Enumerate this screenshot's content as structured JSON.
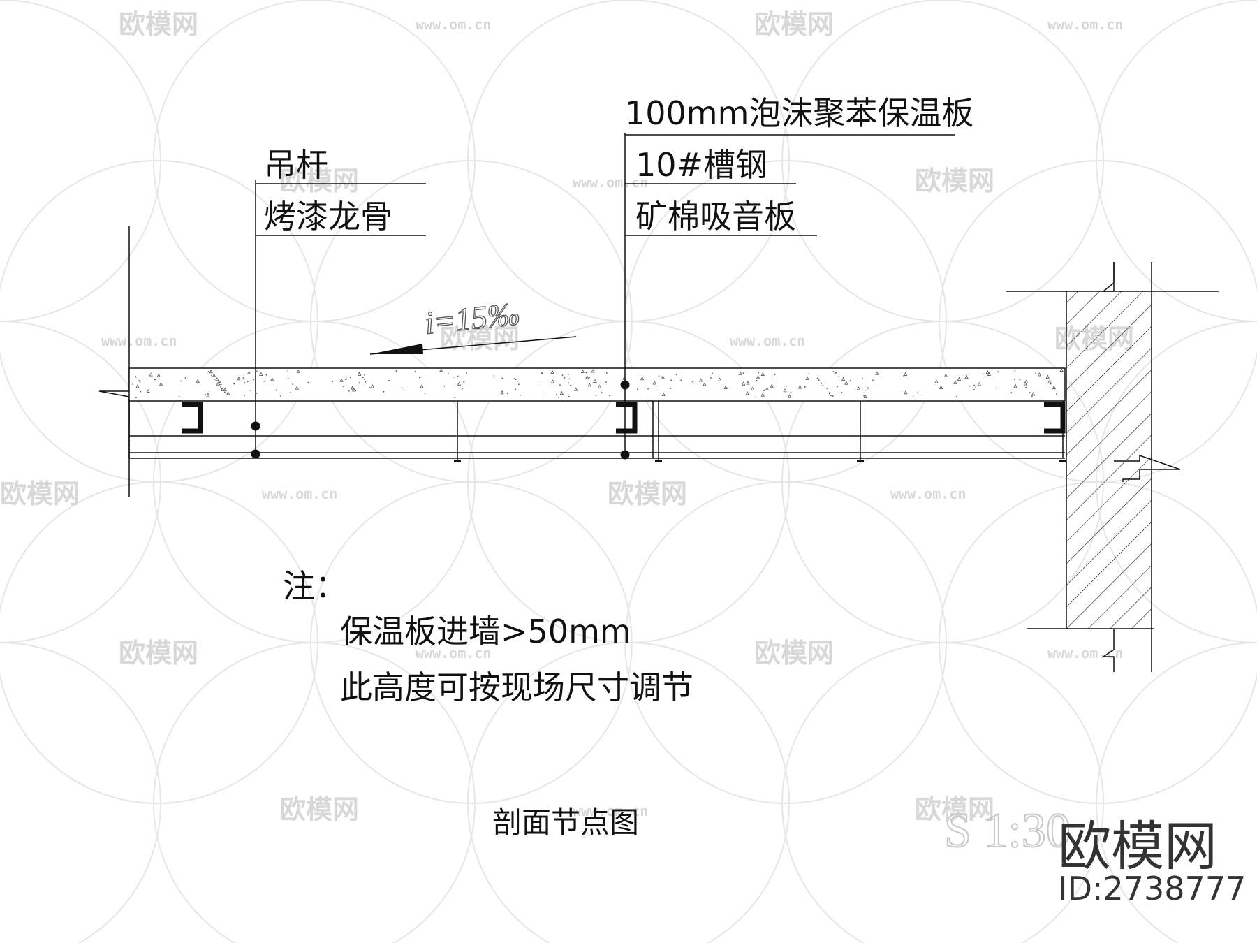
{
  "labels": {
    "hanger": "吊杆",
    "keel": "烤漆龙骨",
    "insulation": "100mm泡沫聚苯保温板",
    "channel_steel": "10#槽钢",
    "mineral_board": "矿棉吸音板",
    "slope": "i=15‰"
  },
  "notes": {
    "heading": "注：",
    "line1": "保温板进墙>50mm",
    "line2": "此高度可按现场尺寸调节"
  },
  "caption": "剖面节点图",
  "scale_text": "S 1:30",
  "watermark": {
    "brand": "欧模网",
    "url": "www.om.cn",
    "id_label": "ID:2738777"
  },
  "colors": {
    "line": "#111111",
    "watermark": "#d8d8d8",
    "brand": "#333333"
  }
}
